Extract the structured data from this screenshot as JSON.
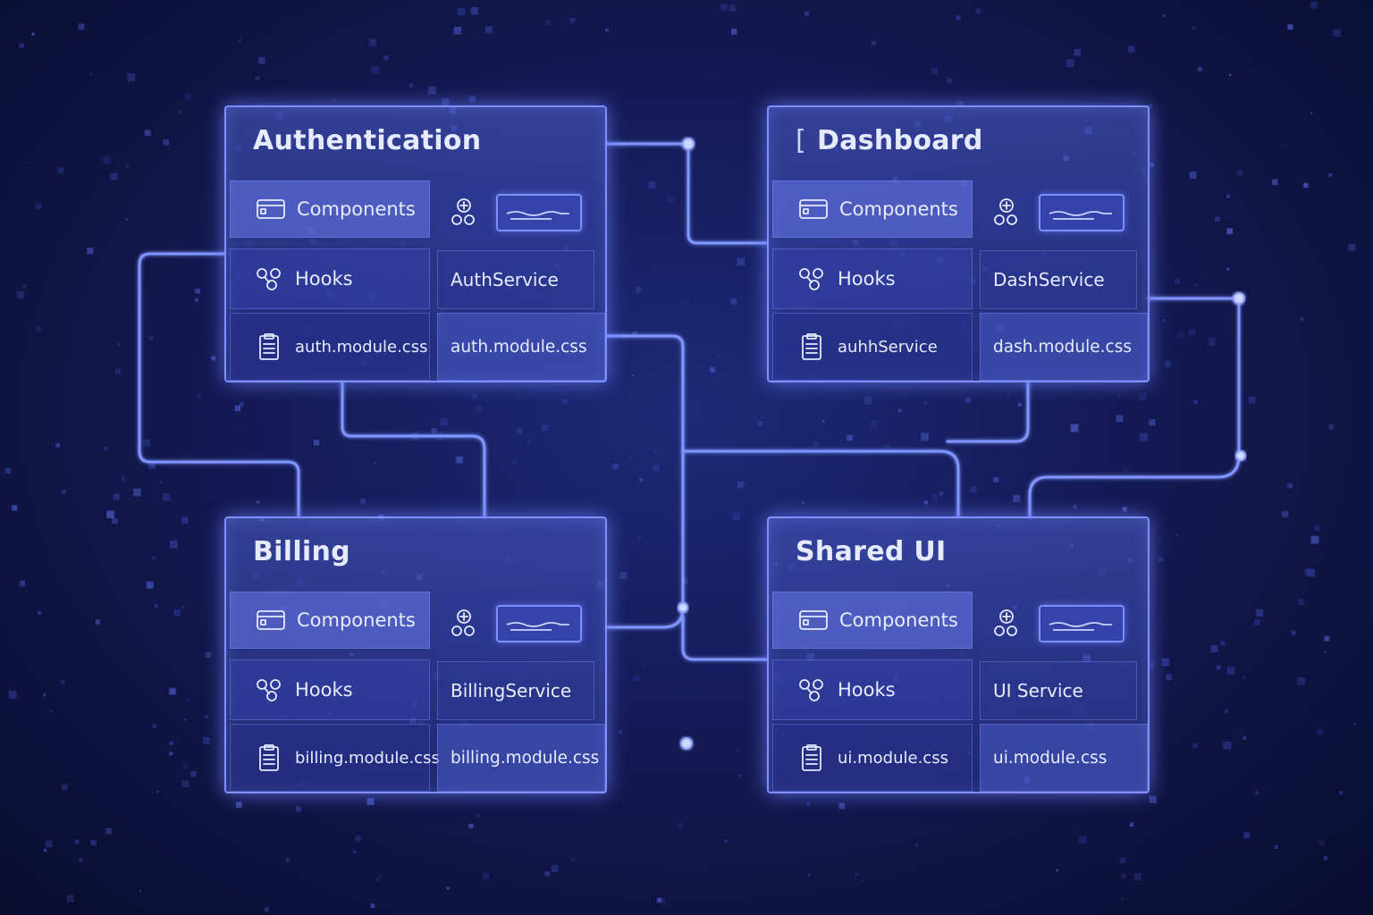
{
  "modules": {
    "auth": {
      "title": "Authentication",
      "components_label": "Components",
      "hooks_label": "Hooks",
      "left_file": "auth.module.css",
      "service": "AuthService",
      "right_file": "auth.module.css"
    },
    "dash": {
      "title_bracket": "[",
      "title": "Dashboard",
      "components_label": "Components",
      "hooks_label": "Hooks",
      "left_file": "auhhService",
      "service": "DashService",
      "right_file": "dash.module.css"
    },
    "billing": {
      "title": "Billing",
      "components_label": "Components",
      "hooks_label": "Hooks",
      "left_file": "billing.module.css",
      "service": "BillingService",
      "right_file": "billing.module.css"
    },
    "shared": {
      "title": "Shared UI",
      "components_label": "Components",
      "hooks_label": "Hooks",
      "left_file": "ui.module.css",
      "service": "UI Service",
      "right_file": "ui.module.css"
    }
  },
  "icons": {
    "components": "window-icon",
    "hooks": "hooks-icon",
    "file": "clipboard-icon",
    "service": "service-icon"
  },
  "colors": {
    "background": "#141a55",
    "accent": "#7f8fff",
    "wire": "#7f95ff",
    "text": "#e8ecff"
  }
}
